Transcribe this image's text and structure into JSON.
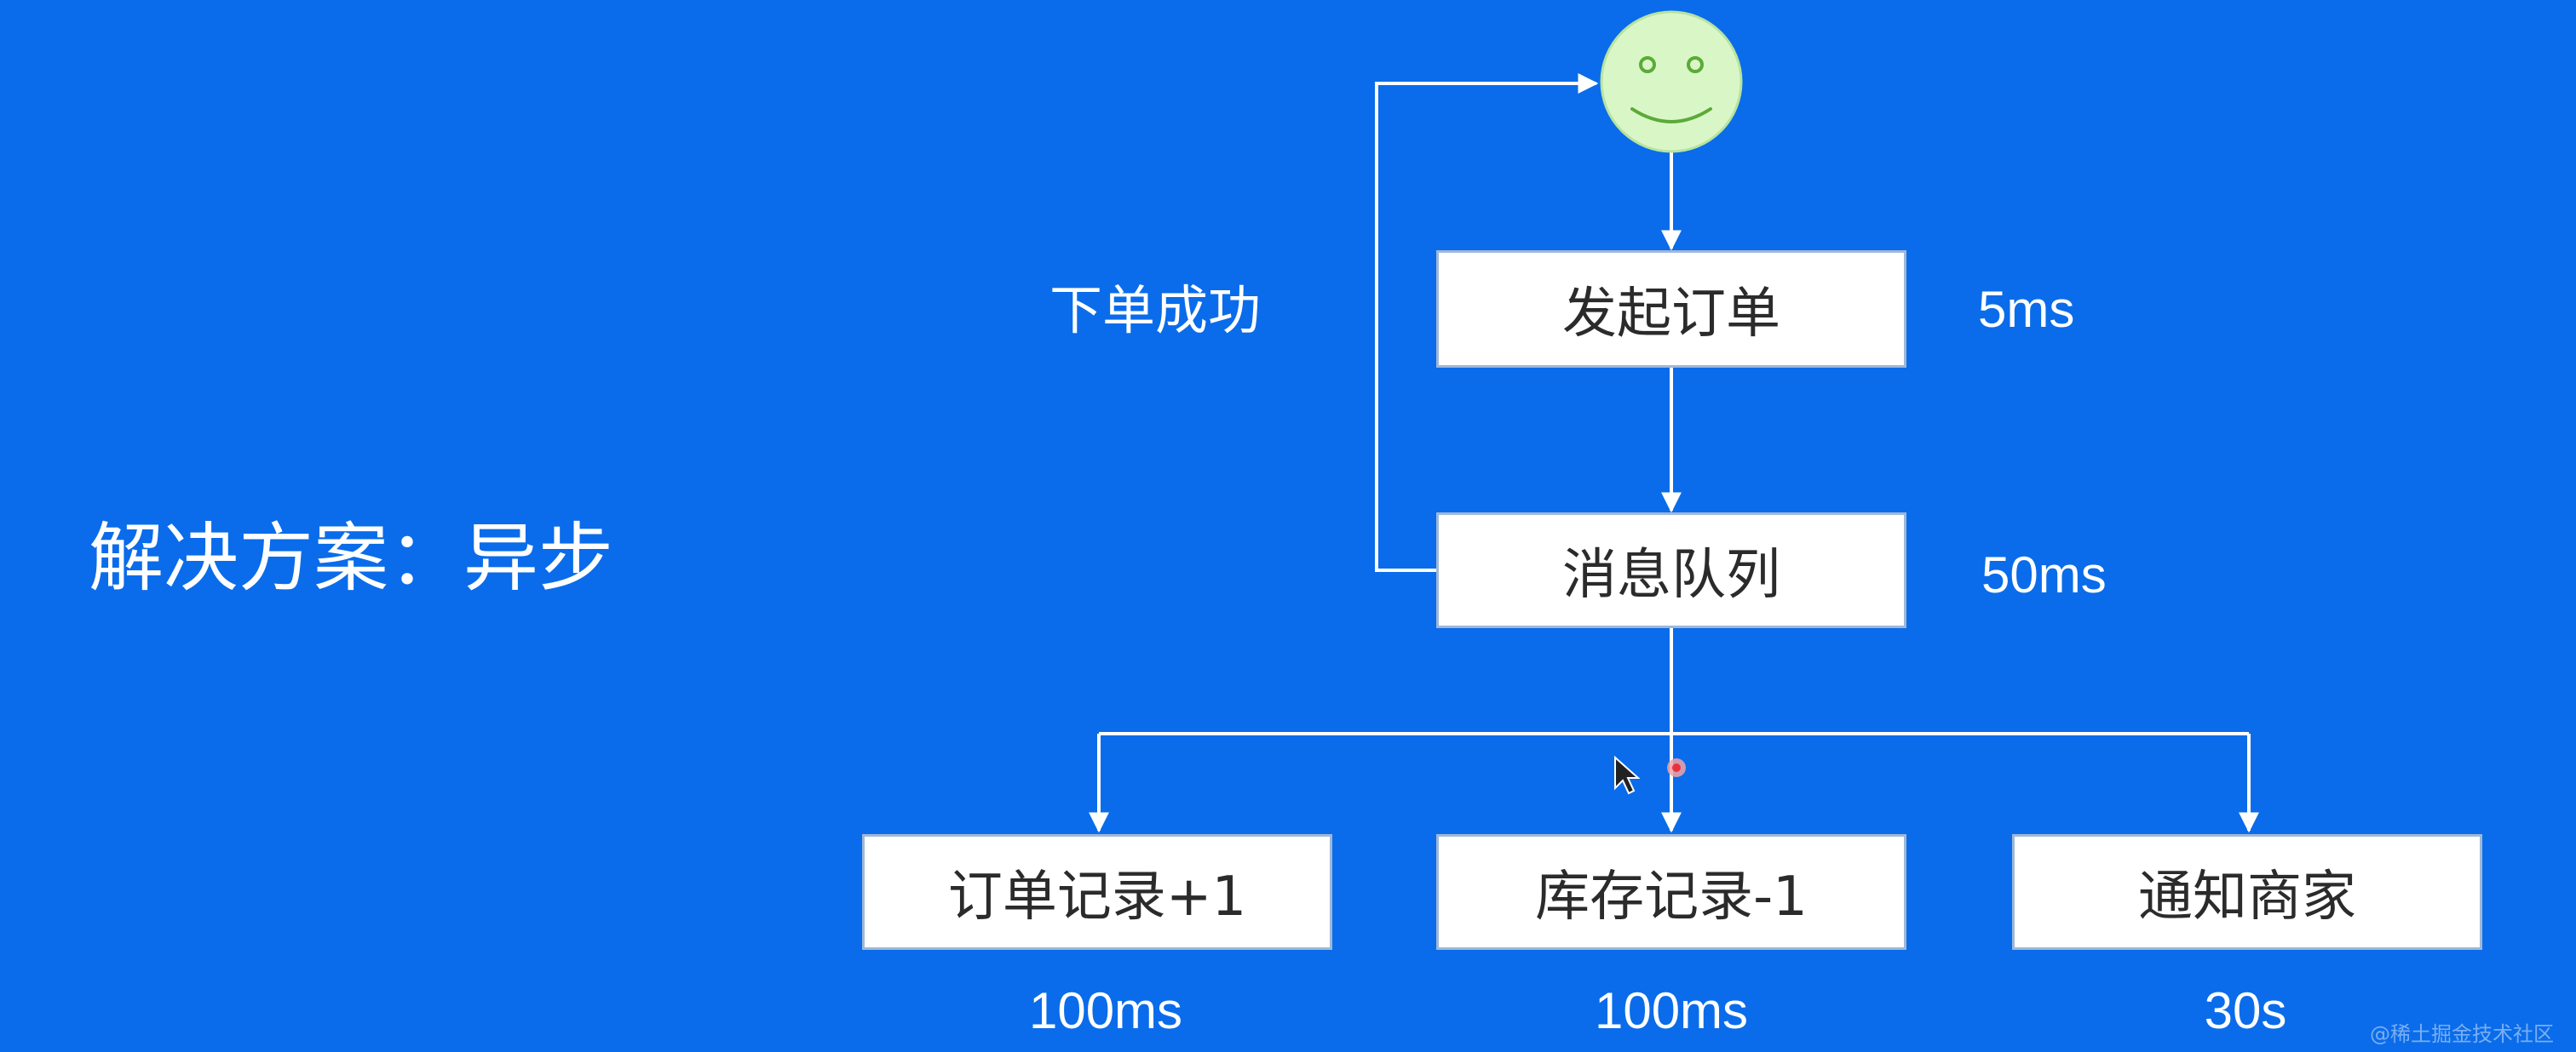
{
  "title": "解决方案：异步",
  "feedback_label": "下单成功",
  "colors": {
    "background": "#0a6cea",
    "box_fill": "#ffffff",
    "arrow": "#ffffff",
    "smiley_fill": "#d9f7c6",
    "smiley_features": "#5caa3a"
  },
  "icons": {
    "user": "smiley-face-icon",
    "cursor": "mouse-cursor-icon"
  },
  "nodes": {
    "order": {
      "label": "发起订单",
      "time": "5ms"
    },
    "queue": {
      "label": "消息队列",
      "time": "50ms"
    },
    "record": {
      "label": "订单记录+1",
      "time": "100ms"
    },
    "stock": {
      "label": "库存记录-1",
      "time": "100ms"
    },
    "notify": {
      "label": "通知商家",
      "time": "30s"
    }
  },
  "watermark": "@稀土掘金技术社区"
}
